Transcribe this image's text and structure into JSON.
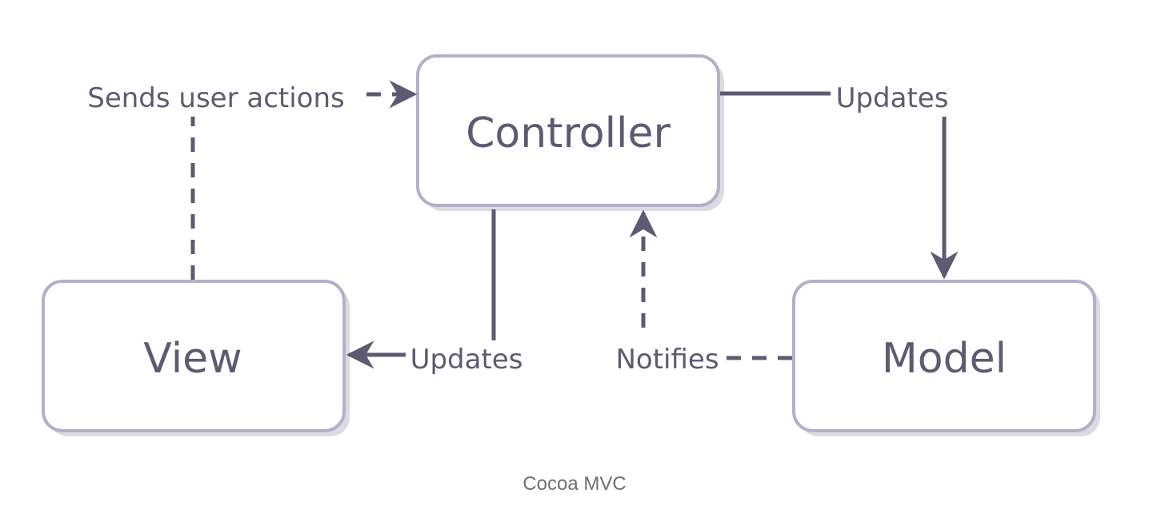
{
  "nodes": {
    "controller": "Controller",
    "view": "View",
    "model": "Model"
  },
  "edges": {
    "view_to_controller": "Sends user actions",
    "controller_to_model": "Updates",
    "controller_to_view": "Updates",
    "model_to_controller": "Notifies"
  },
  "caption": "Cocoa MVC",
  "colors": {
    "stroke": "#5d5a72",
    "node_border": "#b3b0c8",
    "node_shadow": "#dcdbe3",
    "caption": "#6f6f6f"
  }
}
